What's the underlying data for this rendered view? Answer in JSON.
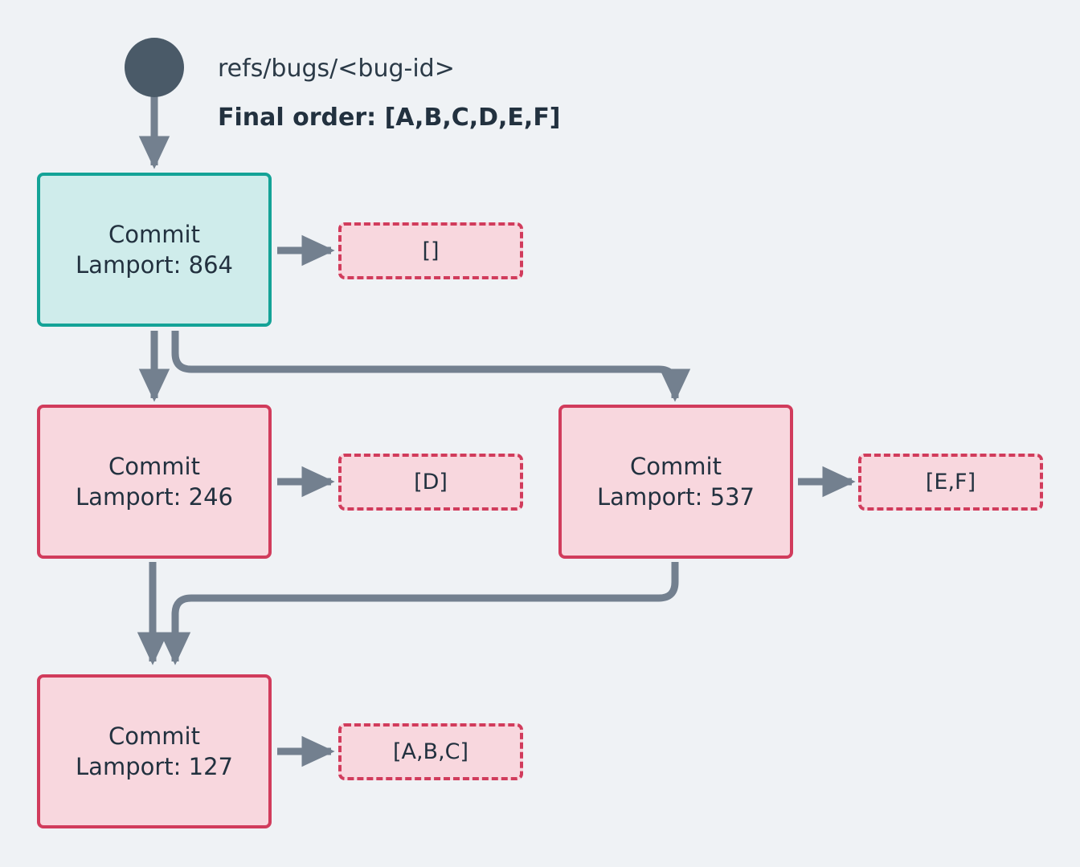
{
  "diagram": {
    "title_ref": "refs/bugs/<bug-id>",
    "final_order_label": "Final order: [A,B,C,D,E,F]",
    "background_color": "#eff2f5",
    "colors": {
      "teal_fill": "#cfeceb",
      "teal_border": "#14a397",
      "pink_fill": "#f8d7de",
      "pink_border": "#d13c5c",
      "connector": "#73808f",
      "root_dot": "#4a5a68",
      "text": "#22313f"
    },
    "root": {
      "name": "root-node-dot"
    },
    "commits": [
      {
        "id": "commit-864",
        "line1": "Commit",
        "line2": "Lamport: 864",
        "lamport": 864,
        "style": "teal"
      },
      {
        "id": "commit-246",
        "line1": "Commit",
        "line2": "Lamport: 246",
        "lamport": 246,
        "style": "pink"
      },
      {
        "id": "commit-537",
        "line1": "Commit",
        "line2": "Lamport: 537",
        "lamport": 537,
        "style": "pink"
      },
      {
        "id": "commit-127",
        "line1": "Commit",
        "line2": "Lamport: 127",
        "lamport": 127,
        "style": "pink"
      }
    ],
    "payloads": [
      {
        "id": "payload-864",
        "label": "[]",
        "items": []
      },
      {
        "id": "payload-246",
        "label": "[D]",
        "items": [
          "D"
        ]
      },
      {
        "id": "payload-537",
        "label": "[E,F]",
        "items": [
          "E",
          "F"
        ]
      },
      {
        "id": "payload-127",
        "label": "[A,B,C]",
        "items": [
          "A",
          "B",
          "C"
        ]
      }
    ],
    "edges": [
      {
        "from": "root",
        "to": "commit-864",
        "kind": "straight"
      },
      {
        "from": "commit-864",
        "to": "payload-864",
        "kind": "straight"
      },
      {
        "from": "commit-864",
        "to": "commit-246",
        "kind": "straight"
      },
      {
        "from": "commit-864",
        "to": "commit-537",
        "kind": "elbow"
      },
      {
        "from": "commit-246",
        "to": "payload-246",
        "kind": "straight"
      },
      {
        "from": "commit-537",
        "to": "payload-537",
        "kind": "straight"
      },
      {
        "from": "commit-246",
        "to": "commit-127",
        "kind": "straight"
      },
      {
        "from": "commit-537",
        "to": "commit-127",
        "kind": "elbow"
      },
      {
        "from": "commit-127",
        "to": "payload-127",
        "kind": "straight"
      }
    ]
  }
}
